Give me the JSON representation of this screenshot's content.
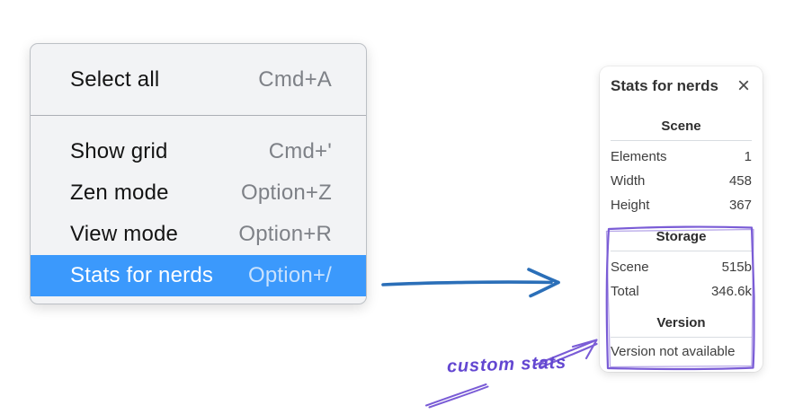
{
  "menu": {
    "sections": [
      {
        "items": [
          {
            "label": "Select all",
            "shortcut": "Cmd+A"
          }
        ]
      },
      {
        "items": [
          {
            "label": "Show grid",
            "shortcut": "Cmd+'"
          },
          {
            "label": "Zen mode",
            "shortcut": "Option+Z"
          },
          {
            "label": "View mode",
            "shortcut": "Option+R"
          },
          {
            "label": "Stats for nerds",
            "shortcut": "Option+/"
          }
        ]
      }
    ],
    "colors": {
      "highlight": "#3b99fc",
      "background": "#f2f3f5",
      "shortcut_text": "#7e8187"
    }
  },
  "stats_panel": {
    "title": "Stats for nerds",
    "close_icon": "×",
    "sections": [
      {
        "header": "Scene",
        "rows": [
          [
            "Elements",
            "1"
          ],
          [
            "Width",
            "458"
          ],
          [
            "Height",
            "367"
          ]
        ]
      },
      {
        "header": "Storage",
        "rows": [
          [
            "Scene",
            "515b"
          ],
          [
            "Total",
            "346.6k"
          ]
        ]
      },
      {
        "header": "Version",
        "note": "Version not available"
      }
    ]
  },
  "annotation": {
    "label": "custom stats",
    "text_color": "#6347d1",
    "stroke_color": "#7a5cd6"
  },
  "pointer_arrow": {
    "color": "#2b6fb8"
  }
}
